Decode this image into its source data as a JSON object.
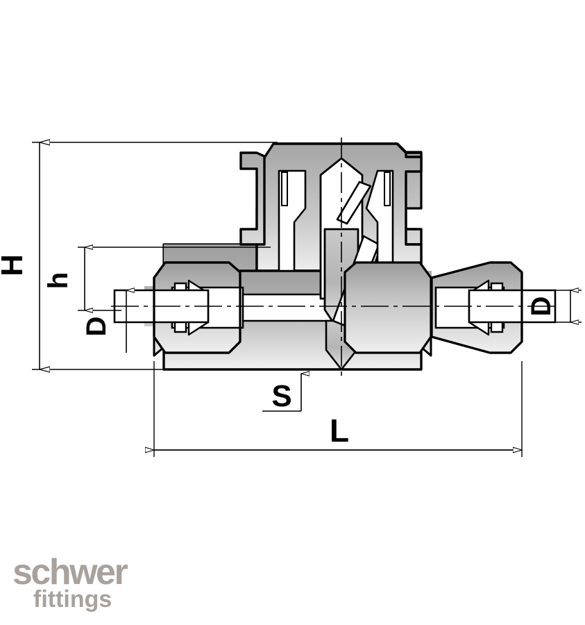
{
  "page": {
    "title": "Technical cross-section drawing of a compression tube fitting tee / valve body",
    "background_color": "#ffffff"
  },
  "brand": {
    "name_main": "schwer",
    "name_sub": "fittings",
    "color": "#a8a19c"
  },
  "dimensions": {
    "labels": [
      {
        "key": "H",
        "text": "H",
        "description": "Overall height from top of body to bottom of body",
        "position": "left-outer"
      },
      {
        "key": "h",
        "text": "h",
        "description": "Height from tube centerline to top of body",
        "position": "left-inner"
      },
      {
        "key": "D",
        "text": "D",
        "description": "Tube outer diameter, left side",
        "position": "left-diameter"
      },
      {
        "key": "D2",
        "text": "D",
        "description": "Tube outer diameter, right side",
        "position": "right-diameter"
      },
      {
        "key": "S",
        "text": "S",
        "description": "Body wall / across-flats leader callout",
        "position": "bottom-leader"
      },
      {
        "key": "L",
        "text": "L",
        "description": "Overall length across both nuts",
        "position": "bottom-span"
      }
    ]
  },
  "drawing": {
    "line_color": "#000000",
    "fill_gradient_dark": "#9a9a9a",
    "fill_gradient_light": "#f2f2f2",
    "hatch_white": "#ffffff",
    "centerline_style": "dash-dot",
    "view": "sectional front view"
  }
}
